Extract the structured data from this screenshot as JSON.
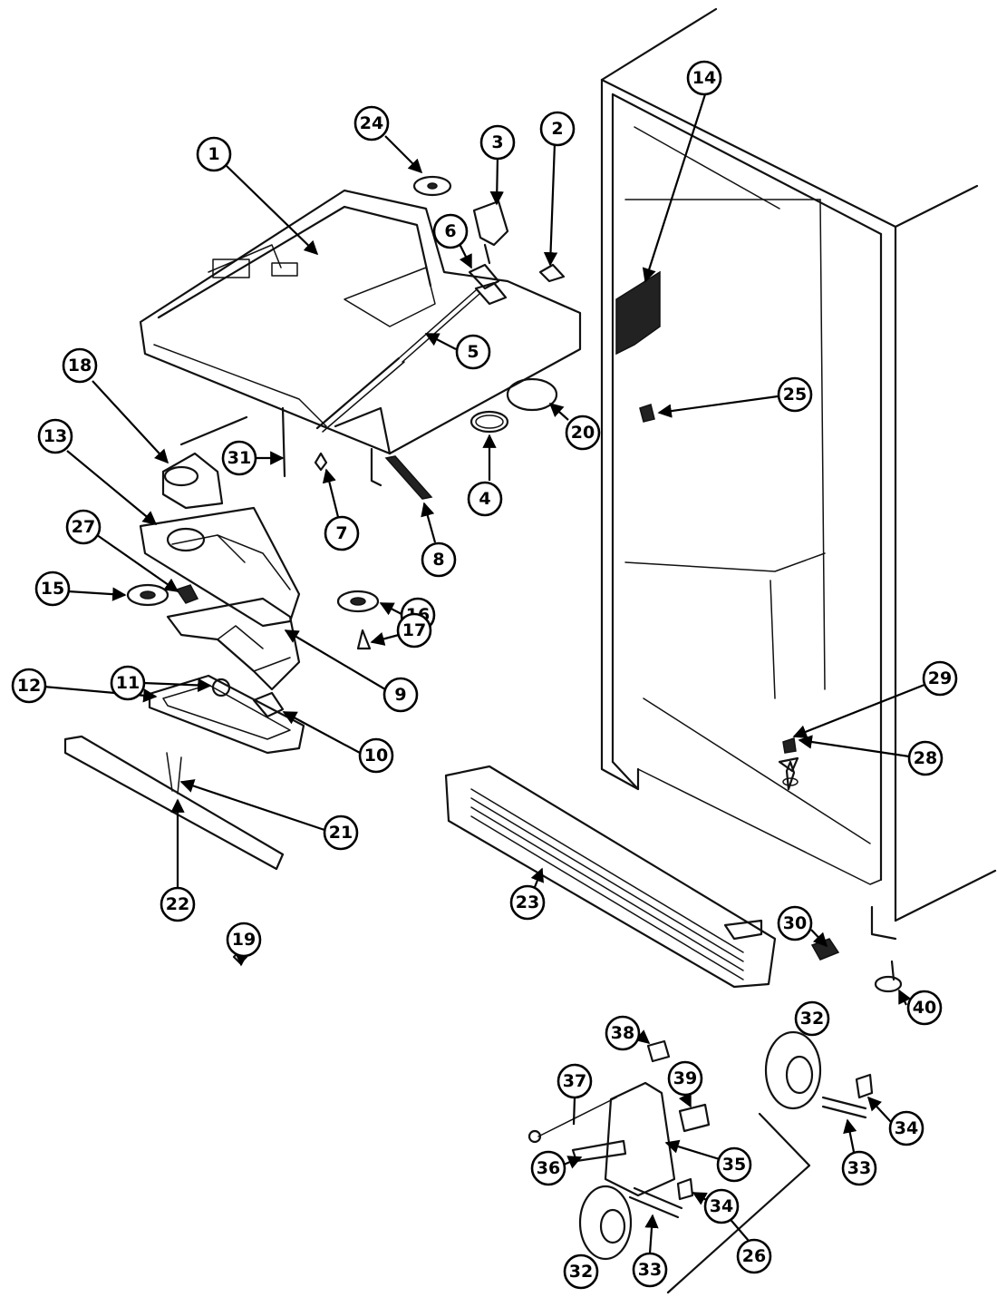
{
  "diagram": {
    "callouts": [
      "1",
      "2",
      "3",
      "4",
      "5",
      "6",
      "7",
      "8",
      "9",
      "10",
      "11",
      "12",
      "13",
      "14",
      "15",
      "16",
      "17",
      "18",
      "19",
      "20",
      "21",
      "22",
      "23",
      "24",
      "25",
      "26",
      "27",
      "28",
      "29",
      "30",
      "31",
      "32",
      "32",
      "33",
      "33",
      "34",
      "34",
      "35",
      "36",
      "37",
      "38",
      "39",
      "40"
    ]
  }
}
